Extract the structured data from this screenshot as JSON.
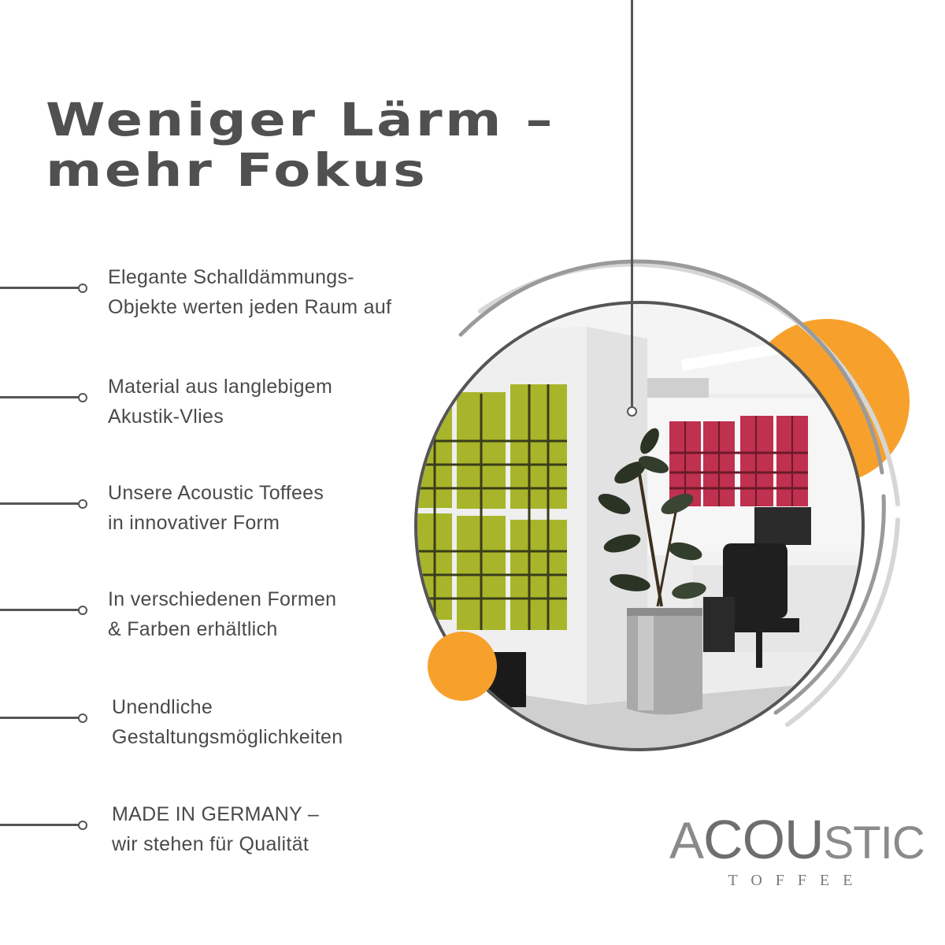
{
  "headline": {
    "line1": "Weniger Lärm –",
    "line2": "mehr Fokus"
  },
  "features": [
    {
      "line1": "Elegante Schalldämmungs-",
      "line2": "Objekte werten jeden Raum auf"
    },
    {
      "line1": "Material aus langlebigem",
      "line2": "Akustik-Vlies"
    },
    {
      "line1": "Unsere Acoustic Toffees",
      "line2": "in innovativer Form"
    },
    {
      "line1": "In verschiedenen Formen",
      "line2": "& Farben erhältlich"
    },
    {
      "line1": "Unendliche",
      "line2": "Gestaltungsmöglichkeiten"
    },
    {
      "line1": "MADE IN GERMANY –",
      "line2": "wir stehen für Qualität"
    }
  ],
  "logo": {
    "word_a": "A",
    "word_c": "C",
    "word_ou": "OU",
    "word_stic": "STIC",
    "sub": "TOFFEE"
  },
  "colors": {
    "text": "#4a4a4a",
    "line": "#555555",
    "accent_orange": "#f7a12c",
    "panel_green": "#a8b52a",
    "panel_red": "#c0304f"
  }
}
